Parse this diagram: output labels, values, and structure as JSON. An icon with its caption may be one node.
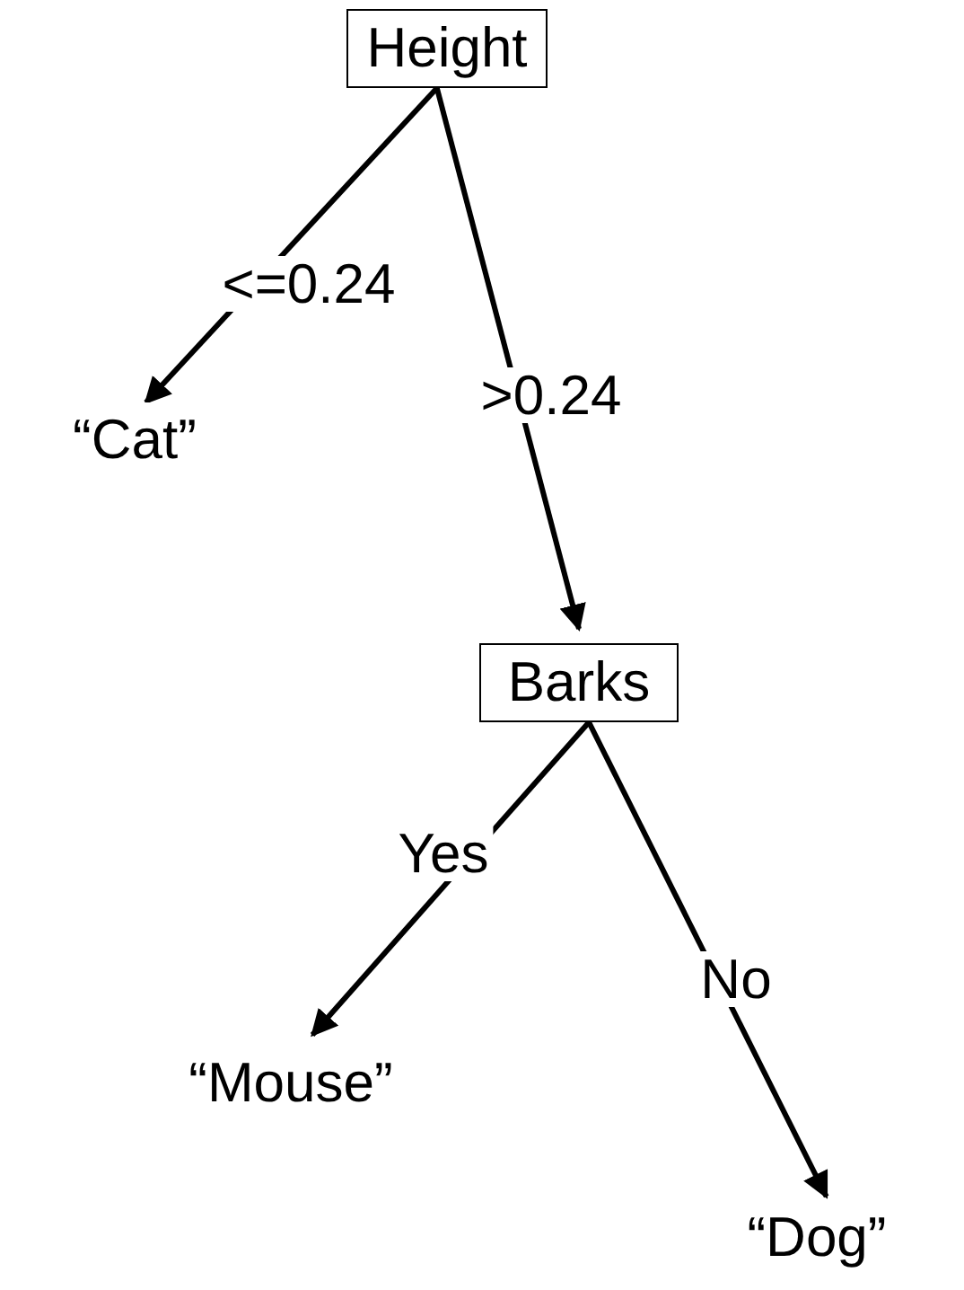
{
  "diagram": {
    "nodes": [
      {
        "text": [
          "Height"
        ]
      },
      {
        "text": [
          "“Cat”"
        ]
      },
      {
        "text": [
          "Barks"
        ]
      },
      {
        "text": [
          "“Mouse”"
        ]
      },
      {
        "text": [
          "“Dog”"
        ]
      }
    ],
    "edges": [
      {
        "from": 0,
        "to": 1,
        "arrow": "to",
        "label": "<=0.24"
      },
      {
        "from": 0,
        "to": 2,
        "arrow": "to",
        "label": ">0.24"
      },
      {
        "from": 2,
        "to": 3,
        "arrow": "to",
        "label": "Yes"
      },
      {
        "from": 2,
        "to": 4,
        "arrow": "to",
        "label": "No"
      }
    ]
  }
}
